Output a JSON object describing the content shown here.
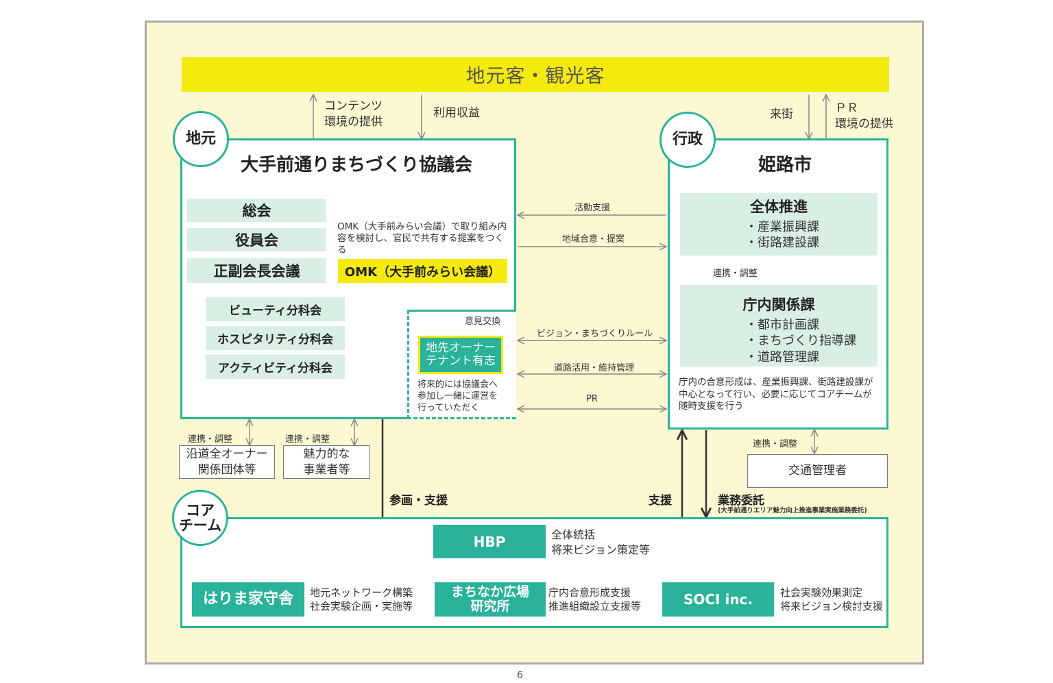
{
  "top_banner": "地元客・観光客",
  "flows": {
    "contents": "コンテンツ\n環境の提供",
    "revenue": "利用収益",
    "visit": "来街",
    "pr_env": "ＰＲ\n環境の提供"
  },
  "local": {
    "badge": "地元",
    "title": "大手前通りまちづくり協議会",
    "committees": [
      "総会",
      "役員会",
      "正副会長会議"
    ],
    "subcommittees": [
      "ビューティ分科会",
      "ホスピタリティ分科会",
      "アクティビティ分科会"
    ],
    "omk_note": "OMK（大手前みらい会議）で取り組み内容を検討し、官民で共有する提案をつくる",
    "omk_label": "OMK（大手前みらい会議）",
    "opinion_exchange": "意見交換",
    "owner_tenant": "地先オーナー\nテナント有志",
    "owner_note": "将来的には協議会へ参加し一緒に運営を行っていただく"
  },
  "links": {
    "activity_support": "活動支援",
    "regional_consensus": "地域合意・提案",
    "vision_rules": "ビジョン・まちづくりルール",
    "road_use": "道路活用・維持管理",
    "pr": "PR"
  },
  "gov": {
    "badge": "行政",
    "title": "姫路市",
    "promotion_title": "全体推進",
    "promotion_items": [
      "・産業振興課",
      "・街路建設課"
    ],
    "coordination": "連携・調整",
    "internal_title": "庁内関係課",
    "internal_items": [
      "・都市計画課",
      "・まちづくり指導課",
      "・道路管理課"
    ],
    "note": "庁内の合意形成は、産業振興課、街路建設課が中心となって行い、必要に応じてコアチームが随時支援を行う"
  },
  "bottom_links": {
    "coord_left": "連携・調整",
    "coord_mid": "連携・調整",
    "coord_right": "連携・調整",
    "owners": "沿道全オーナー\n関係団体等",
    "businesses": "魅力的な\n事業者等",
    "traffic": "交通管理者",
    "plan_support": "参画・支援",
    "support": "支援",
    "commission": "業務委託",
    "commission_note": "(大手前通りエリア魅力向上推進事業実施業務委託)"
  },
  "core": {
    "badge": "コア\nチーム",
    "hbp": "HBP",
    "hbp_desc": "全体統括\n将来ビジョン策定等",
    "harima": "はりま家守舎",
    "harima_desc": "地元ネットワーク構築\n社会実験企画・実施等",
    "machinaka": "まちなか広場\n研究所",
    "machinaka_desc": "庁内合意形成支援\n推進組織設立支援等",
    "soci": "SOCI inc.",
    "soci_desc": "社会実験効果測定\n将来ビジョン検討支援"
  },
  "page_number": "6",
  "colors": {
    "accent": "#2ab29a",
    "yellow": "#f5ea0e",
    "mint": "#d9efe4",
    "frame_bg": "#fbf8d2"
  }
}
